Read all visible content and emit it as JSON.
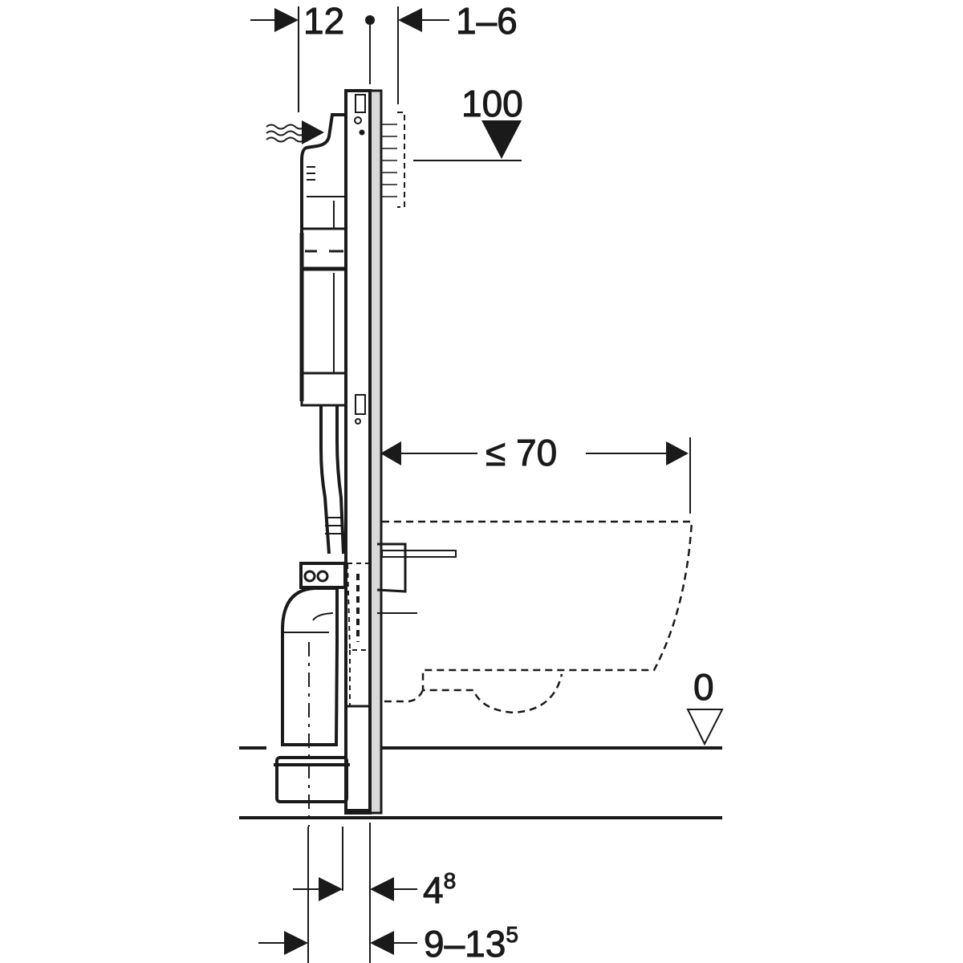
{
  "title": "Installation element for wall-hung WC – side view dimensions",
  "colors": {
    "line": "#1a1a1a",
    "frame_fill": "#d9d9d9",
    "background": "#ffffff"
  },
  "dimensions": {
    "top_left": "12",
    "top_right": "1–6",
    "height_mark": "100",
    "projection": "≤ 70",
    "floor_level": "0",
    "bottom_inner_base": "4",
    "bottom_inner_sup": "8",
    "bottom_outer_base": "9–13",
    "bottom_outer_sup": "5"
  },
  "icons": [
    "air-flow-icon",
    "level-marker-filled-icon",
    "level-marker-hollow-icon"
  ]
}
